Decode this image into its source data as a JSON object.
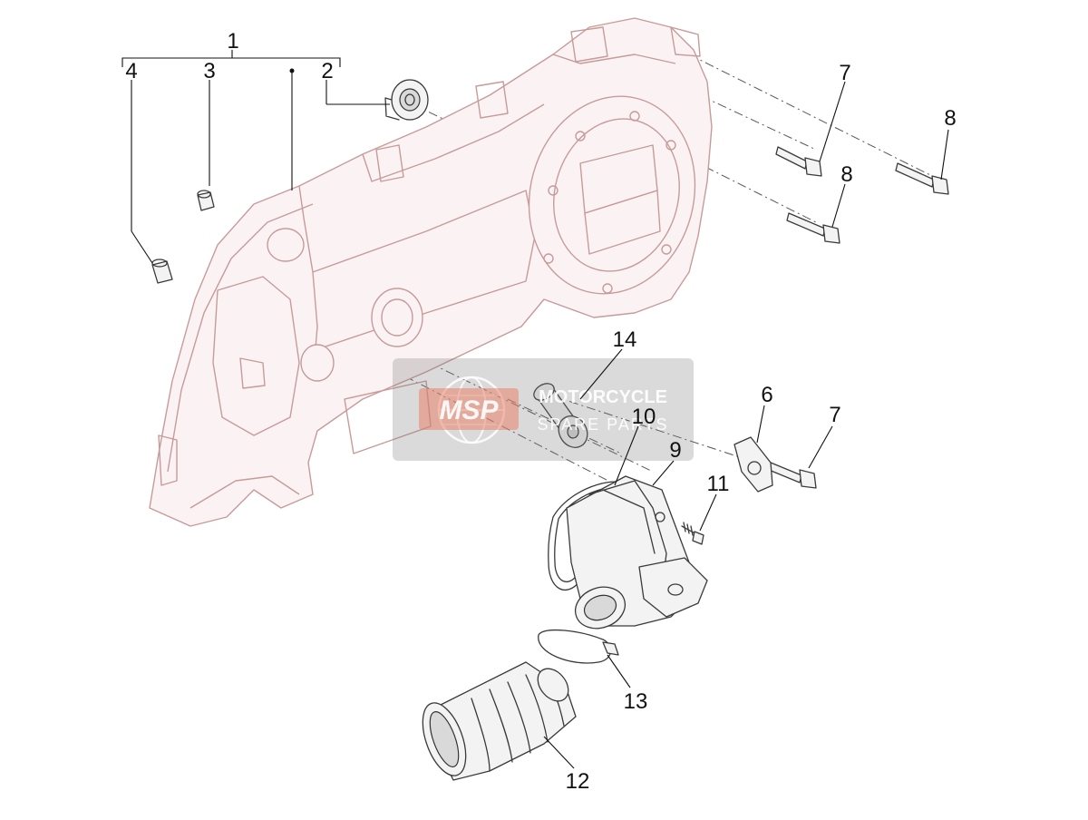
{
  "callouts": {
    "c1": "1",
    "c2": "2",
    "c3": "3",
    "c4": "4",
    "c6": "6",
    "c7a": "7",
    "c7b": "7",
    "c8a": "8",
    "c8b": "8",
    "c9": "9",
    "c10": "10",
    "c11": "11",
    "c12": "12",
    "c13": "13",
    "c14": "14"
  },
  "watermark": {
    "logo": "MSP",
    "line1": "MOTORCYCLE",
    "line2": "SPARE PARTS"
  },
  "colors": {
    "cover_outline": "#c89a9a",
    "part_outline": "#3a3a3a",
    "watermark_box": "#7a7a7a",
    "watermark_logo": "#e8836b"
  }
}
